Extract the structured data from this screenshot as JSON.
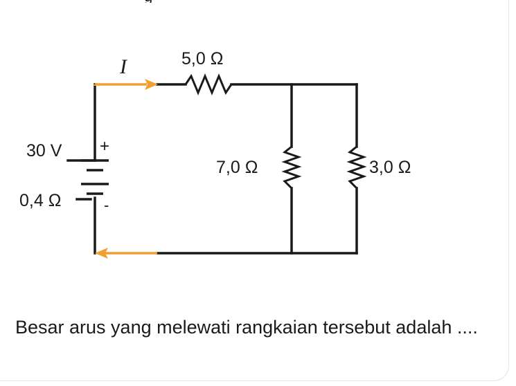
{
  "top_fragment": "g",
  "circuit": {
    "current_label": "I",
    "series_resistor": "5,0 Ω",
    "parallel_resistor_left": "7,0 Ω",
    "parallel_resistor_right": "3,0 Ω",
    "emf": "30 V",
    "internal_resistance": "0,4 Ω",
    "plus_sign": "+",
    "minus_sign": "-",
    "wire_color": "#1a1a1a",
    "arrow_color": "#f0a030"
  },
  "question_text": "Besar arus yang melewati rangkaian tersebut adalah ...."
}
